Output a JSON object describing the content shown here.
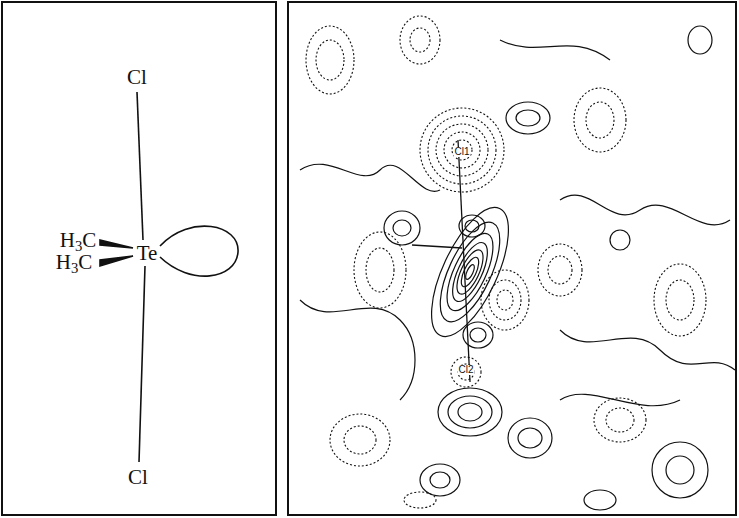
{
  "diagram": {
    "labels": [
      "Cl",
      "H3C",
      "H3C",
      "Te",
      "Cl",
      "Cl1",
      "Cl2"
    ]
  }
}
